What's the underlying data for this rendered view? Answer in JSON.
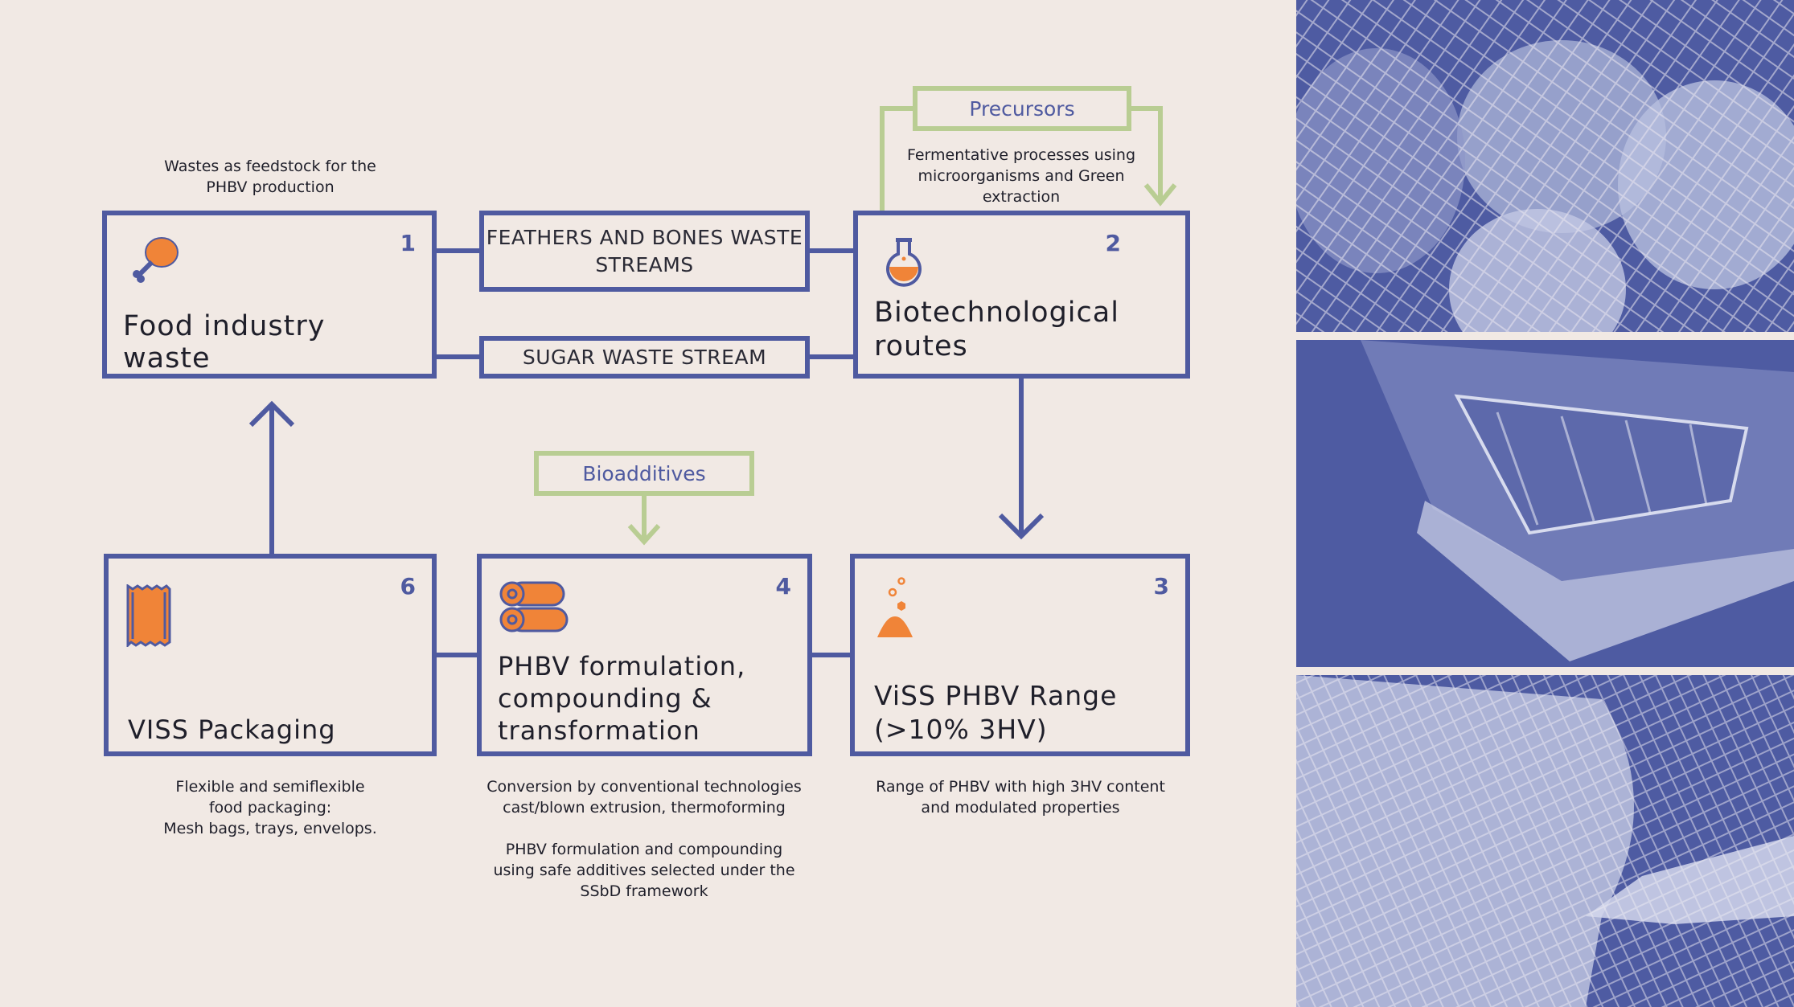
{
  "colors": {
    "blue": "#4f5aa0",
    "green": "#b9cd93",
    "orange": "#f08438",
    "background": "#f1e9e4",
    "photo_blue": "#4e5ba2"
  },
  "steps": {
    "s1": {
      "number": "1",
      "title": "Food industry waste",
      "icon": "drumstick-icon",
      "note": "Wastes as  feedstock for the\nPHBV  production"
    },
    "s2": {
      "number": "2",
      "title": "Biotechnological routes",
      "icon": "flask-icon",
      "note": "Fermentative processes using\nmicroorganisms and Green\nextraction"
    },
    "s3": {
      "number": "3",
      "title": "ViSS PHBV Range (>10% 3HV)",
      "icon": "powder-icon",
      "note": "Range of PHBV with high 3HV content\nand modulated properties"
    },
    "s4": {
      "number": "4",
      "title": "PHBV formulation, compounding & transformation",
      "icon": "film-rolls-icon",
      "note": "Conversion by conventional technologies\ncast/blown extrusion, thermoforming\n\nPHBV formulation and compounding\nusing safe additives selected under the\nSSbD framework"
    },
    "s6": {
      "number": "6",
      "title": "VISS Packaging",
      "icon": "package-icon",
      "note": "Flexible and semiflexible\nfood packaging:\nMesh bags,  trays, envelops."
    }
  },
  "streams": {
    "feathers": "FEATHERS AND BONES WASTE STREAMS",
    "sugar": "SUGAR WASTE STREAM"
  },
  "inputs": {
    "precursors": "Precursors",
    "bioadditives": "Bioadditives"
  },
  "photos": [
    {
      "icon": "mesh-bag-with-fruit-photo"
    },
    {
      "icon": "plastic-tray-photo"
    },
    {
      "icon": "tied-mesh-bag-photo"
    }
  ]
}
